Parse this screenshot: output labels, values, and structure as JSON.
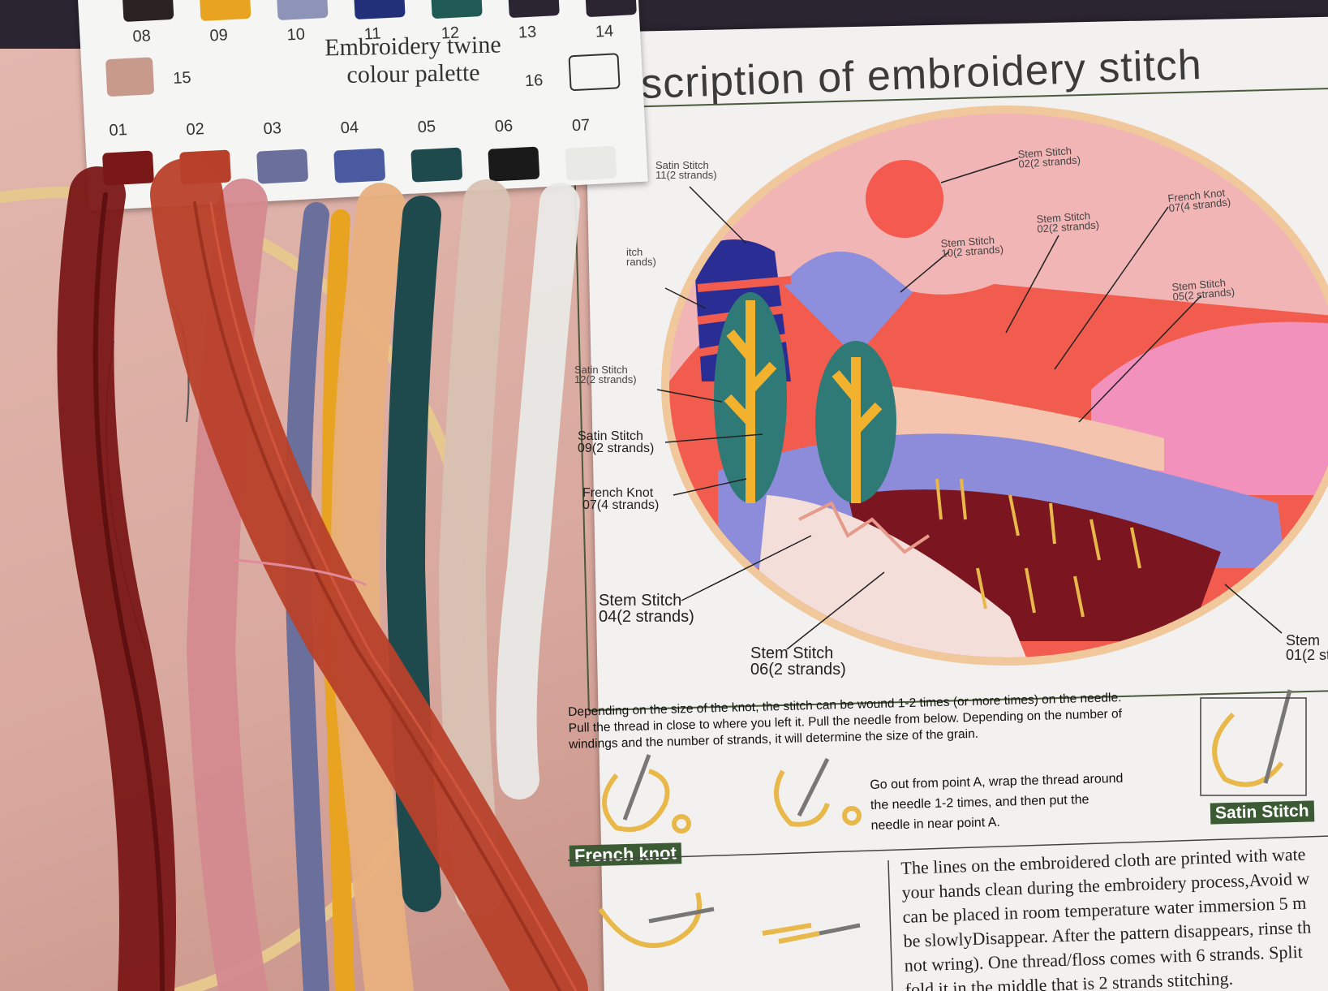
{
  "palette_card": {
    "title": "Embroidery twine\ncolour palette",
    "numbers_top": [
      "08",
      "09",
      "10",
      "11",
      "12",
      "13",
      "14"
    ],
    "numbers_side": [
      "15",
      "16"
    ],
    "numbers_bottom": [
      "01",
      "02",
      "03",
      "04",
      "05",
      "06",
      "07"
    ]
  },
  "sheet": {
    "title": "scription of embroidery stitch",
    "labels": [
      "Stem Stitch\n02(2 strands)",
      "Stem Stitch\n02(2 strands)",
      "French Knot\n07(4 strands)",
      "Satin Stitch\n11(2 strands)",
      "Stem Stitch\n10(2 strands)",
      "Stem Stitch\n05(2 strands)",
      "itch\nrands)",
      "Satin Stitch\n12(2 strands)",
      "Satin Stitch\n09(2 strands)",
      "French Knot\n07(4 strands)",
      "Stem Stitch\n04(2 strands)",
      "Stem Stitch\n06(2 strands)",
      "Stem\n01(2 st"
    ],
    "instructions_top": "Depending on the size of the knot, the stitch can be wound 1-2 times (or more times) on the needle.\nPull the thread in close to where you left it. Pull the needle from below. Depending on the number of\nwindings and the number of strands, it will determine the size of the grain.",
    "instruction_aside": "Go out from point A, wrap the thread around\nthe needle 1-2 times, and then put the\nneedle in near point A.",
    "french_knot_label": "French knot",
    "satin_stitch_label": "Satin Stitch",
    "care_text": "The lines on the embroidered cloth are printed with wate\nyour hands clean during the embroidery process,Avoid w\ncan be placed in room temperature water immersion 5 m\nbe slowlyDisappear. After the pattern disappears, rinse th\nnot wring). One thread/floss comes with 6 strands. Split\nfold it in the middle that is 2 strands stitching."
  },
  "colors": {
    "thread_01": "#7a1717",
    "thread_02": "#b8402a",
    "thread_03": "#d48a8f",
    "thread_04": "#6a6f9c",
    "thread_05": "#e8b07e",
    "thread_06": "#1e4a4d",
    "thread_07": "#d8c2b3",
    "thread_08": "#e9e9e6",
    "thread_09": "#e8a321"
  }
}
